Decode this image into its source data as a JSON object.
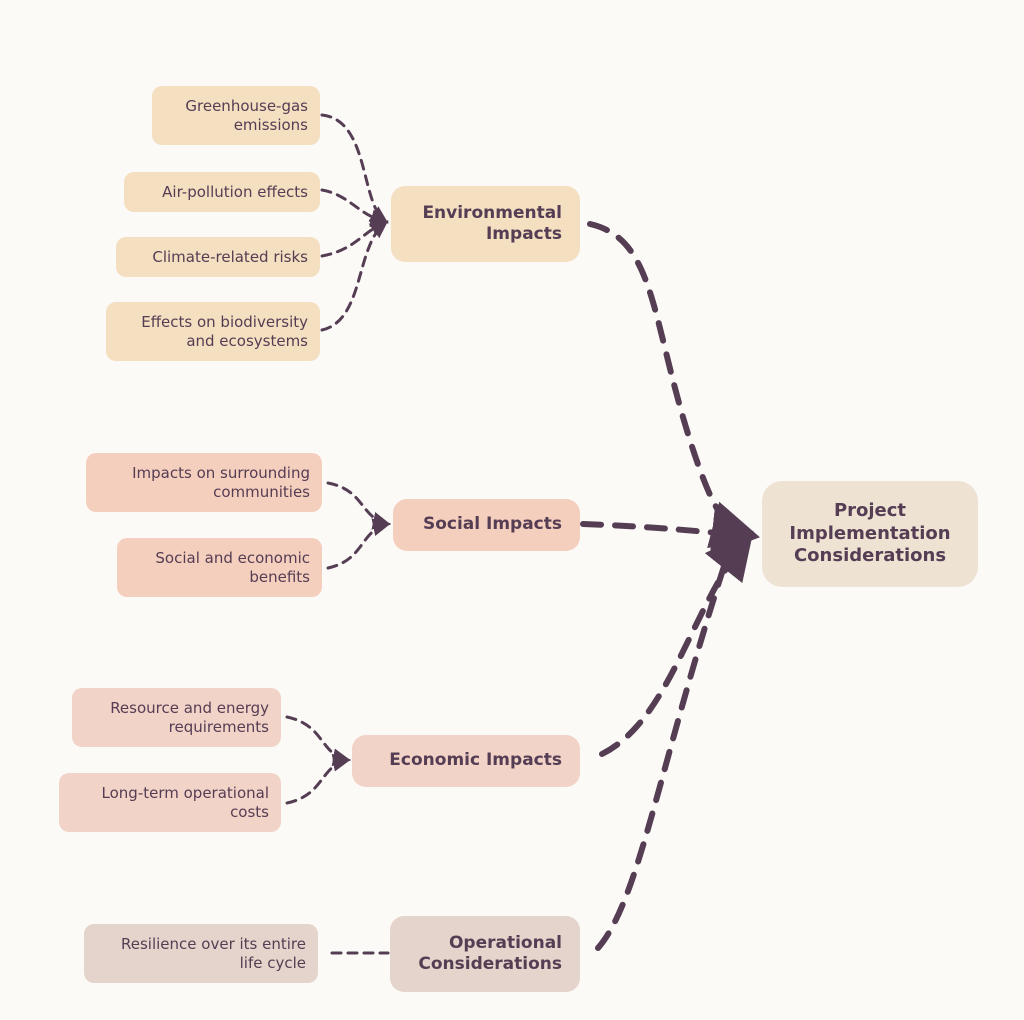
{
  "root": {
    "label": "Project Implementation Considerations"
  },
  "categories": [
    {
      "label": "Environmental Impacts",
      "color": "#f4dfc0",
      "children": [
        "Greenhouse-gas emissions",
        "Air-pollution effects",
        "Climate-related risks",
        "Effects on biodiversity and ecosystems"
      ]
    },
    {
      "label": "Social Impacts",
      "color": "#f5cfbd",
      "children": [
        "Impacts on surrounding communities",
        "Social and economic benefits"
      ]
    },
    {
      "label": "Economic Impacts",
      "color": "#f2d3c7",
      "children": [
        "Resource and energy requirements",
        "Long-term operational costs"
      ]
    },
    {
      "label": "Operational Considerations",
      "color": "#e5d4cb",
      "children": [
        "Resilience over its entire life cycle"
      ]
    }
  ],
  "colors": {
    "edge": "#553d54",
    "text": "#553d54",
    "background": "#fcfaf7",
    "root_fill": "#eee3d3"
  }
}
